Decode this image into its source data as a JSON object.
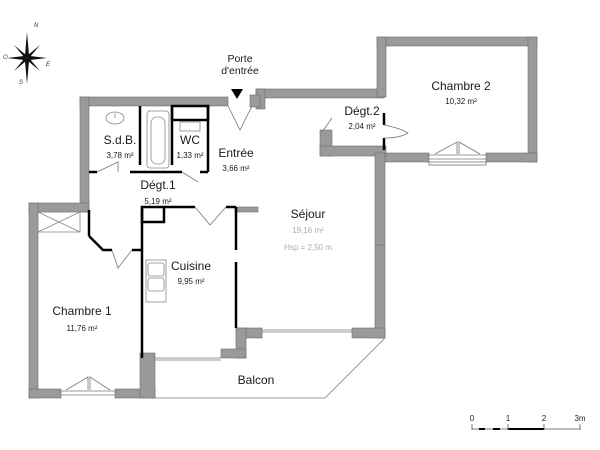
{
  "compass": {
    "north": "N",
    "west": "O",
    "east": "E",
    "south": "S"
  },
  "entrance": {
    "label_line1": "Porte",
    "label_line2": "d'entrée"
  },
  "rooms": {
    "sdb": {
      "name": "S.d.B.",
      "area": "3,78 m²"
    },
    "wc": {
      "name": "WC",
      "area": "1,33 m²"
    },
    "entree": {
      "name": "Entrée",
      "area": "3,66 m²"
    },
    "degt1": {
      "name": "Dégt.1",
      "area": "5,19 m²"
    },
    "degt2": {
      "name": "Dégt.2",
      "area": "2,04 m²"
    },
    "chambre2": {
      "name": "Chambre 2",
      "area": "10,32 m²"
    },
    "sejour": {
      "name": "Séjour",
      "area": "19,16 m²",
      "height": "Hsp = 2,50 m"
    },
    "cuisine": {
      "name": "Cuisine",
      "area": "9,95 m²"
    },
    "chambre1": {
      "name": "Chambre 1",
      "area": "11,76 m²"
    },
    "balcon": {
      "name": "Balcon"
    }
  },
  "scale": {
    "ticks": [
      "0",
      "1",
      "2",
      "3m"
    ]
  },
  "colors": {
    "wall": "#9a9a9a",
    "wall_edge": "#6e6e6e",
    "partition": "#000000",
    "fixture": "#888888"
  }
}
